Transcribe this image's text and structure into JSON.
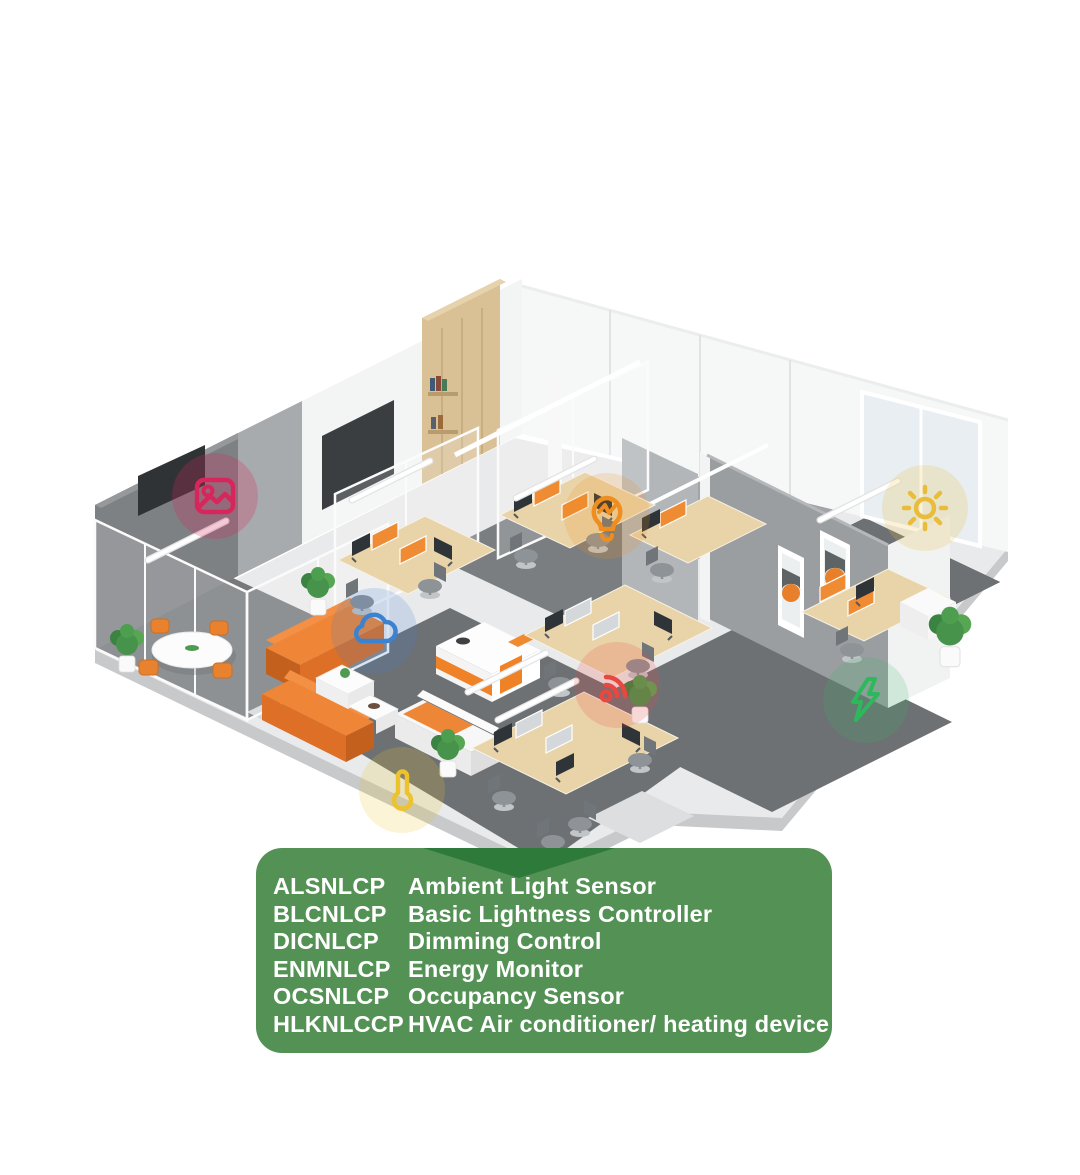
{
  "legend": {
    "panel_color": "#549155",
    "pointer_color": "#2d7a3b",
    "text_color": "#ffffff",
    "rows": [
      {
        "code": "ALSNLCP",
        "label": "Ambient Light Sensor"
      },
      {
        "code": "BLCNLCP",
        "label": "Basic Lightness Controller"
      },
      {
        "code": "DICNLCP",
        "label": "Dimming Control"
      },
      {
        "code": "ENMNLCP",
        "label": "Energy Monitor"
      },
      {
        "code": "OCSNLCP",
        "label": "Occupancy Sensor"
      },
      {
        "code": "HLKNLCCP",
        "label": "HVAC Air conditioner/ heating device"
      }
    ]
  },
  "icons": [
    {
      "name": "picture-icon",
      "color": "#d7265c",
      "bubble_color": "rgba(215,38,92,0.25)"
    },
    {
      "name": "lightbulb-icon",
      "color": "#ef8e1e",
      "bubble_color": "rgba(239,142,30,0.18)"
    },
    {
      "name": "sun-icon",
      "color": "#e9bc3a",
      "bubble_color": "rgba(233,188,58,0.20)"
    },
    {
      "name": "cloud-icon",
      "color": "#3b82d0",
      "bubble_color": "rgba(59,130,208,0.18)"
    },
    {
      "name": "wireless-signal-icon",
      "color": "#ea4740",
      "bubble_color": "rgba(234,71,64,0.19)"
    },
    {
      "name": "lightning-bolt-icon",
      "color": "#2eb85c",
      "bubble_color": "rgba(46,184,92,0.17)"
    },
    {
      "name": "thermometer-icon",
      "color": "#ecc22d",
      "bubble_color": "rgba(236,194,45,0.19)"
    }
  ],
  "scene_colors": {
    "accent_orange": "#ee8033",
    "wood": "#d9c095",
    "carpet_dark": "#6e7174",
    "wall_white": "#f4f5f5",
    "wall_gray": "#9b9ea1"
  }
}
